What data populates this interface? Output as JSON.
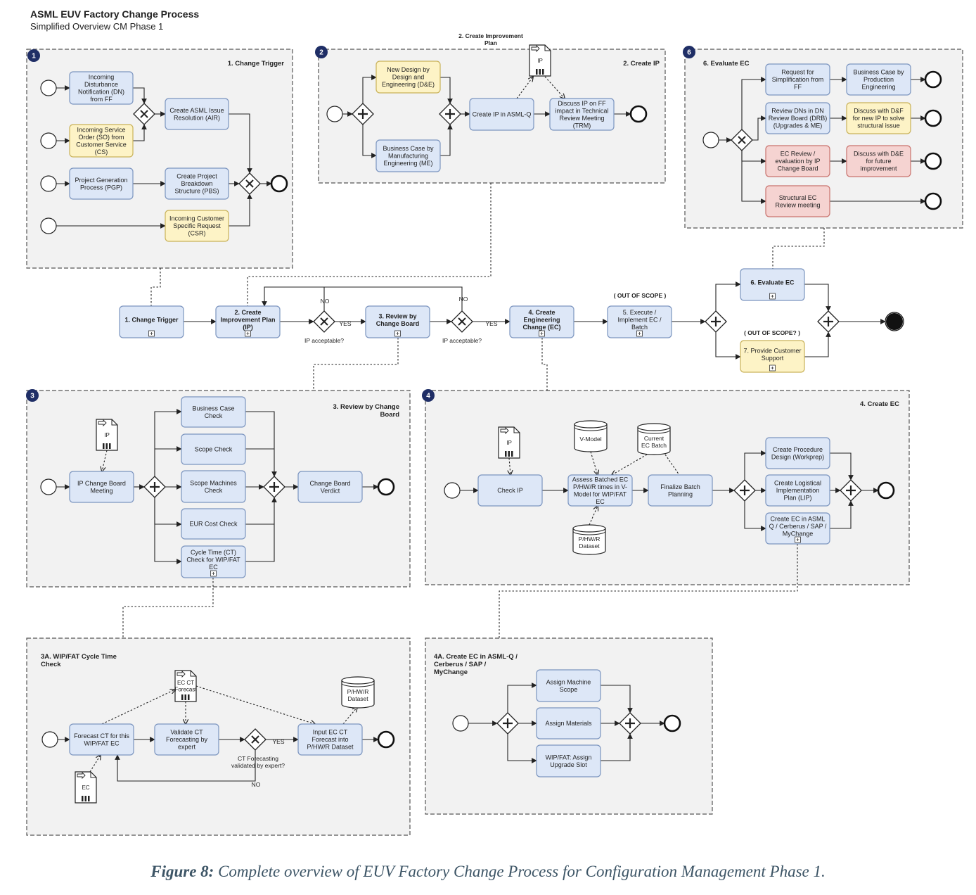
{
  "header": {
    "title": "ASML EUV Factory Change Process",
    "subtitle": "Simplified Overview CM Phase 1"
  },
  "caption": {
    "label": "Figure 8:",
    "text": "Complete overview of EUV Factory Change Process for Configuration Management Phase 1."
  },
  "colors": {
    "task_blue": "#dde7f7",
    "task_blue_border": "#7c95bf",
    "task_yellow": "#fdf3c6",
    "task_yellow_border": "#c9b25a",
    "task_red": "#f5d3d1",
    "task_red_border": "#c9736e",
    "panel_bg": "#f2f2f2",
    "badge": "#1f2e66"
  },
  "panels": {
    "p1": {
      "badge": "1",
      "title": "1. Change Trigger"
    },
    "p2": {
      "badge": "2",
      "title": "2. Create IP"
    },
    "p6": {
      "badge": "6",
      "title": "6. Evaluate EC"
    },
    "p3": {
      "badge": "3",
      "title": "3. Review by Change\nBoard"
    },
    "p4": {
      "badge": "4",
      "title": "4. Create EC"
    },
    "p3a": {
      "badge": "",
      "title": "3A. WIP/FAT Cycle Time\nCheck"
    },
    "p4a": {
      "badge": "",
      "title": "4A. Create EC in ASML-Q /\nCerberus / SAP /\nMyChange"
    }
  },
  "tasks": {
    "p1_incoming_dn": "Incoming\nDisturbance\nNotification (DN)\nfrom FF",
    "p1_incoming_so": "Incoming Service\nOrder (SO) from\nCustomer Service\n(CS)",
    "p1_create_air": "Create ASML Issue\nResolution (AIR)",
    "p1_pgp": "Project Generation\nProcess (PGP)",
    "p1_pbs": "Create Project\nBreakdown\nStructure (PBS)",
    "p1_csr": "Incoming Customer\nSpecific Request\n(CSR)",
    "p2_new_design": "New Design by\nDesign and\nEngineering (D&E)",
    "p2_business_case": "Business Case by\nManufacturing\nEngineering (ME)",
    "p2_create_ip": "Create IP in ASML-Q",
    "p2_discuss_ip": "Discuss IP on FF\nimpact in Technical\nReview Meeting\n(TRM)",
    "p6_request": "Request for\nSimplification from\nFF",
    "p6_business_case": "Business Case by\nProduction\nEngineering",
    "p6_review_dns": "Review DNs in DN\nReview Board (DRB)\n(Upgrades & ME)",
    "p6_discuss_df": "Discuss with D&F\nfor new IP to solve\nstructural issue",
    "p6_ec_review": "EC Review /\nevaluation by IP\nChange Board",
    "p6_discuss_de": "Discuss with D&E\nfor future\nimprovement",
    "p6_structural": "Structural EC\nReview meeting",
    "m_change_trigger": "1. Change Trigger",
    "m_create_ip": "2. Create\nImprovement Plan\n(IP)",
    "m_review": "3. Review by\nChange Board",
    "m_create_ec": "4. Create\nEngineering\nChange (EC)",
    "m_execute": "5. Execute /\nImplement EC /\nBatch",
    "m_evaluate": "6. Evaluate EC",
    "m_provide_support": "7. Provide Customer\nSupport",
    "p3_ip_meeting": "IP Change Board\nMeeting",
    "p3_business_case": "Business Case\nCheck",
    "p3_scope_check": "Scope Check",
    "p3_scope_machines": "Scope Machines\nCheck",
    "p3_eur_cost": "EUR Cost Check",
    "p3_cycle_time": "Cycle Time (CT)\nCheck for WIP/FAT\nEC",
    "p3_verdict": "Change Board\nVerdict",
    "p4_check_ip": "Check IP",
    "p4_assess": "Assess Batched EC\nP/HW/R times in V-\nModel for WIP/FAT\nEC",
    "p4_finalize": "Finalize Batch\nPlanning",
    "p4_procedure": "Create Procedure\nDesign (Workprep)",
    "p4_logistical": "Create Logistical\nImplementation\nPlan (LIP)",
    "p4_create_ec": "Create EC in ASML\nQ / Cerberus / SAP /\nMyChange",
    "p3a_forecast": "Forecast CT for this\nWIP/FAT EC",
    "p3a_validate": "Validate CT\nForecasting by\nexpert",
    "p3a_input": "Input EC CT\nForecast into\nP/HW/R Dataset",
    "p4a_machine_scope": "Assign Machine\nScope",
    "p4a_materials": "Assign Materials",
    "p4a_upgrade_slot": "WIP/FAT: Assign\nUpgrade Slot"
  },
  "artifacts": {
    "p2_doc": "IP",
    "p3_doc": "IP",
    "p4_doc": "IP",
    "p4_vmodel": "V-Model",
    "p4_current_batch": "Current\nEC Batch",
    "p4_phwr": "P/HW/R\nDataset",
    "p3a_ct_doc": "EC CT\nForecast",
    "p3a_ec_doc": "EC",
    "p3a_phwr": "P/HW/R\nDataset"
  },
  "labels": {
    "p2_header_label": "2. Create Improvement\nPlan",
    "out_of_scope_1": "( OUT OF SCOPE )",
    "out_of_scope_2": "( OUT OF SCOPE? )",
    "no1": "NO",
    "yes1": "YES",
    "ip_acceptable_1": "IP acceptable?",
    "no2": "NO",
    "yes2": "YES",
    "ip_acceptable_2": "IP acceptable?",
    "p3a_yes": "YES",
    "p3a_no": "NO",
    "p3a_question": "CT Forecasting\nvalidated by expert?"
  }
}
